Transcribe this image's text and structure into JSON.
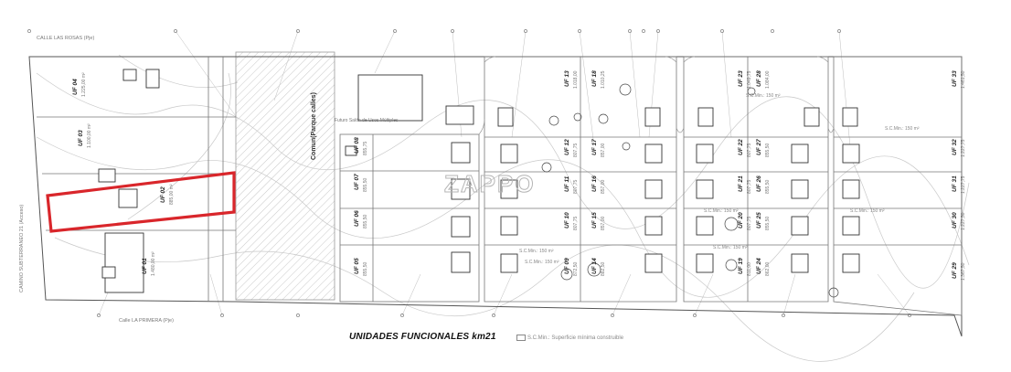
{
  "title": "UNIDADES FUNCIONALES km21",
  "legend_text": "S.C.Min.: Superficie mínima construible",
  "streets": {
    "north": "CALLE LAS ROSAS (Pje)",
    "south": "Calle LA PRIMERA (Pje)",
    "west": "CAMINO SUBTERRANEO 21 (Acceso)"
  },
  "common_area": {
    "label": "Comun(Parque calles)",
    "sublabel": "Futuro Salón de Usos Múltiples"
  },
  "highlight_color": "#d9262b",
  "units": [
    {
      "label": "UF 04",
      "area": "1.225,00 m²"
    },
    {
      "label": "UF 03",
      "area": "1.100,00 m²"
    },
    {
      "label": "UF 02",
      "area": "885,00 m²"
    },
    {
      "label": "UF 01",
      "area": "1.480,00 m²"
    },
    {
      "label": "UF 08",
      "area": "855,75"
    },
    {
      "label": "UF 07",
      "area": "855,50"
    },
    {
      "label": "UF 06",
      "area": "855,50"
    },
    {
      "label": "UF 05",
      "area": "855,50"
    },
    {
      "label": "UF 13",
      "area": "1.018,00"
    },
    {
      "label": "UF 12",
      "area": "807,75"
    },
    {
      "label": "UF 11",
      "area": "807,75"
    },
    {
      "label": "UF 10",
      "area": "807,75"
    },
    {
      "label": "UF 09",
      "area": "872,50"
    },
    {
      "label": "UF 18",
      "area": "1.010,25"
    },
    {
      "label": "UF 17",
      "area": "857,00"
    },
    {
      "label": "UF 16",
      "area": "857,00"
    },
    {
      "label": "UF 15",
      "area": "857,00"
    },
    {
      "label": "UF 14",
      "area": "882,50"
    },
    {
      "label": "UF 23",
      "area": "1.049,75"
    },
    {
      "label": "UF 22",
      "area": "807,75"
    },
    {
      "label": "UF 21",
      "area": "807,75"
    },
    {
      "label": "UF 20",
      "area": "807,75"
    },
    {
      "label": "UF 19",
      "area": "811,00"
    },
    {
      "label": "UF 28",
      "area": "1.084,00"
    },
    {
      "label": "UF 27",
      "area": "855,50"
    },
    {
      "label": "UF 26",
      "area": "855,50"
    },
    {
      "label": "UF 25",
      "area": "855,50"
    },
    {
      "label": "UF 24",
      "area": "862,00"
    },
    {
      "label": "UF 33",
      "area": "1.461,50"
    },
    {
      "label": "UF 32",
      "area": "1.227,75"
    },
    {
      "label": "UF 31",
      "area": "1.227,75"
    },
    {
      "label": "UF 30",
      "area": "1.227,50"
    },
    {
      "label": "UF 29",
      "area": "1.367,50"
    }
  ],
  "lot_note": "S.C.Min.: 150 m²",
  "watermark": "ZAPPO"
}
